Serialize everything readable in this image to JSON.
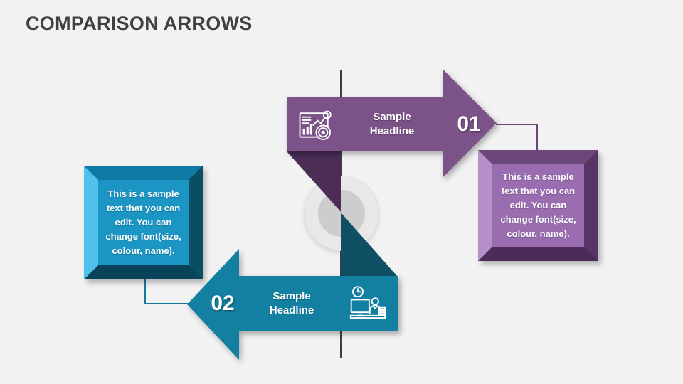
{
  "slide": {
    "title": "COMPARISON ARROWS"
  },
  "comparison": {
    "items": [
      {
        "number": "01",
        "headline": "Sample Headline",
        "description": "This is a sample text that you can edit. You can change font(size, colour, name).",
        "icon": "analytics-chart-icon",
        "accent_color": "#7b5389",
        "fold_color": "#4b2d56",
        "box_center_color": "#9a6db1",
        "box_light_bevel": "#b78fc9",
        "box_dark_bevel": "#4b2b58",
        "connector_color": "#6a477a",
        "arrow_direction": "right"
      },
      {
        "number": "02",
        "headline": "Sample Headline",
        "description": "This is a sample text that you can edit. You can change font(size, colour, name).",
        "icon": "person-workstation-icon",
        "accent_color": "#1480a1",
        "fold_color": "#0e4f63",
        "box_center_color": "#1b95c3",
        "box_light_bevel": "#4ec2ec",
        "box_dark_bevel": "#0a4259",
        "connector_color": "#147a9d",
        "arrow_direction": "left"
      }
    ]
  },
  "colors": {
    "background": "#f2f2f2",
    "title_text": "#3f4040",
    "divider_line": "#3f3f3f",
    "circle_outer": "#e8e8e8",
    "circle_inner": "#cdcdcd",
    "shape_text": "#ffffff"
  }
}
